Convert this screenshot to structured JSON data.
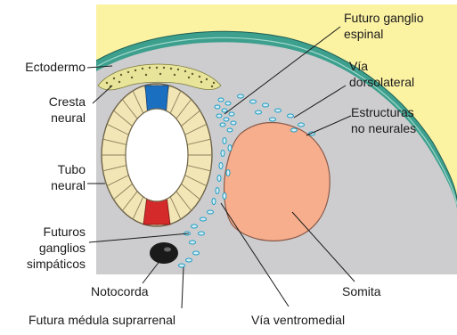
{
  "labels": {
    "ectodermo": "Ectodermo",
    "cresta_1": "Cresta",
    "cresta_2": "neural",
    "tubo_1": "Tubo",
    "tubo_2": "neural",
    "futuros_1": "Futuros",
    "futuros_2": "ganglios",
    "futuros_3": "simpáticos",
    "notocorda": "Notocorda",
    "medula": "Futura médula suprarrenal",
    "ganglio_1": "Futuro ganglio",
    "ganglio_2": "espinal",
    "dorso_1": "Vía",
    "dorso_2": "dorsolateral",
    "estruct_1": "Estructuras",
    "estruct_2": "no neurales",
    "somita": "Somita",
    "ventro": "Vía ventromedial"
  },
  "colors": {
    "background_tissue": "#fbf2a2",
    "ectoderm_band": "#3d9f8d",
    "mesoderm": "#cdcdcf",
    "somite": "#f6ae8d",
    "neural_tube_wall": "#f3e6b6",
    "roof_plate": "#1b6fc0",
    "floor_plate": "#d42a2a",
    "neural_crest": "#e8e49a",
    "crest_cells": "#1f9ec4",
    "notochord": "#1a1a1a"
  }
}
